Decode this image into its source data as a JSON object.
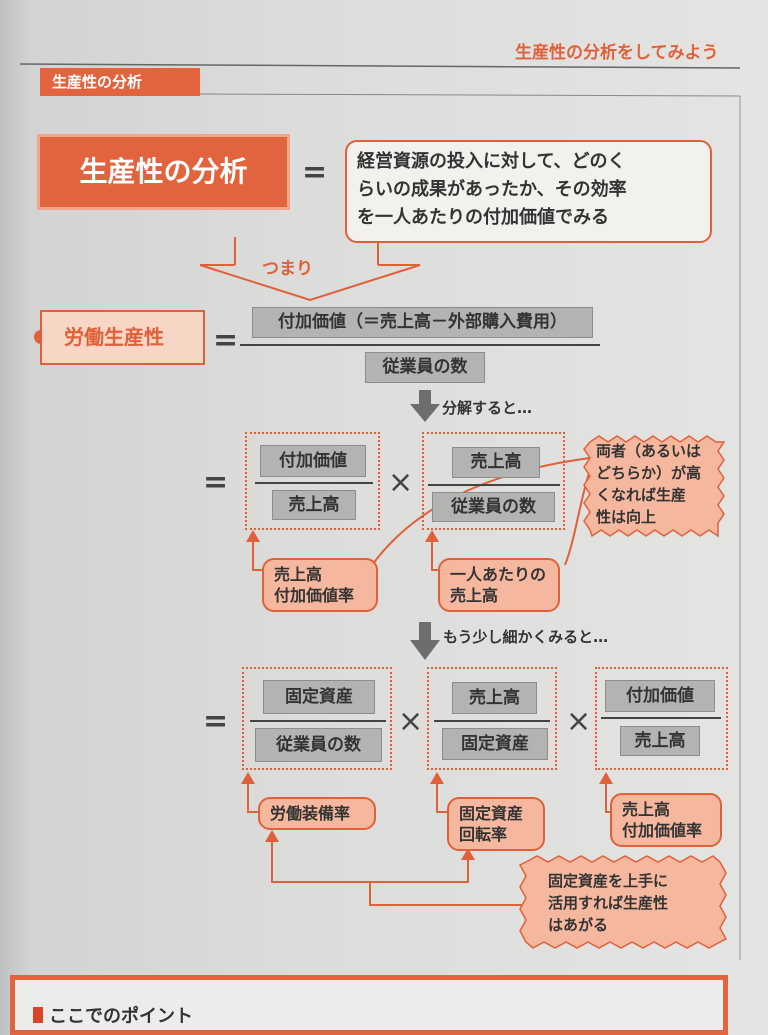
{
  "header": {
    "running_title": "生産性の分析をしてみよう",
    "section_tag": "生産性の分析"
  },
  "definition": {
    "term": "生産性の分析",
    "equals": "=",
    "description": "経営資源の投入に対して、どのく\nらいの成果があったか、その効率\nを一人あたりの付加価値でみる"
  },
  "connector": {
    "tsumari": "つまり"
  },
  "labor_productivity": {
    "label": "労働生産性",
    "equals": "=",
    "numerator": "付加価値（＝売上高－外部購入費用）",
    "denominator": "従業員の数"
  },
  "step1": {
    "caption": "分解すると…",
    "equals": "=",
    "times": "×",
    "fraction1": {
      "numerator": "付加価値",
      "denominator": "売上高"
    },
    "fraction2": {
      "numerator": "売上高",
      "denominator": "従業員の数"
    },
    "label1": "売上高\n付加価値率",
    "label2": "一人あたりの\n売上高",
    "burst": "両者（あるいは\nどちらか）が高\nくなれば生産\n性は向上"
  },
  "step2": {
    "caption": "もう少し細かくみると…",
    "equals": "=",
    "times": "×",
    "fraction1": {
      "numerator": "固定資産",
      "denominator": "従業員の数"
    },
    "fraction2": {
      "numerator": "売上高",
      "denominator": "固定資産"
    },
    "fraction3": {
      "numerator": "付加価値",
      "denominator": "売上高"
    },
    "label1": "労働装備率",
    "label2": "固定資産\n回転率",
    "label3": "売上高\n付加価値率",
    "burst": "固定資産を上手に\n活用すれば生産性\nはあがる"
  },
  "point_box": {
    "title": "ここでのポイント"
  },
  "colors": {
    "accent": "#e2643f",
    "label_fill": "#f5b89f",
    "formula_box": "#b3b3b1"
  }
}
